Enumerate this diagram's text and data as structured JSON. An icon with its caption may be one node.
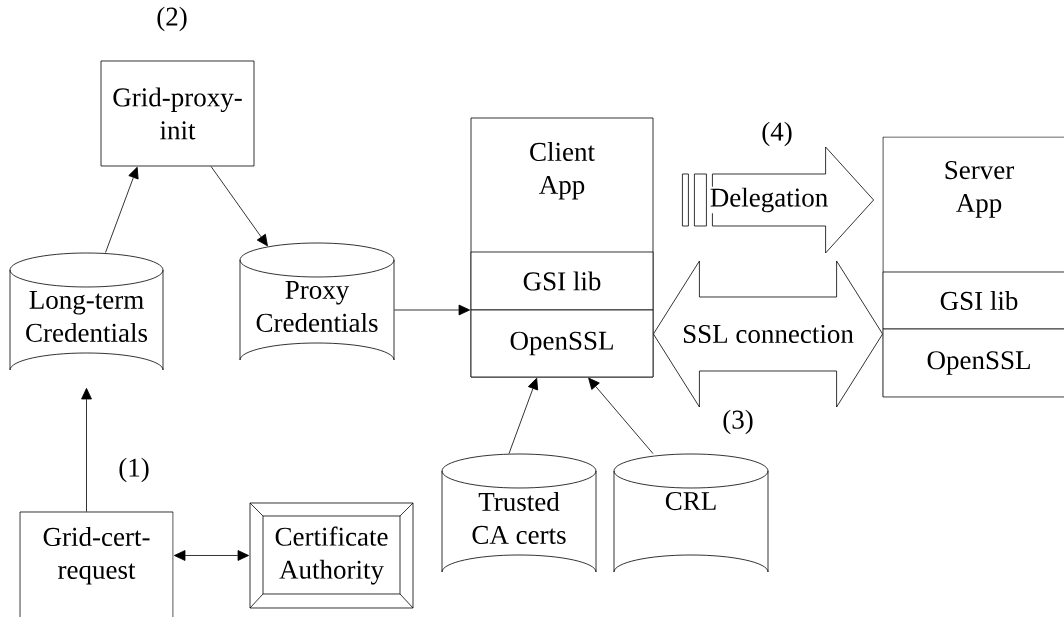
{
  "diagram": {
    "nodes": [
      {
        "text": [
          "Grid-proxy-init"
        ]
      },
      {
        "text": [
          "Long-term Credentials"
        ]
      },
      {
        "text": [
          "Proxy Credentials"
        ]
      },
      {
        "text": [
          "Client App"
        ]
      },
      {
        "text": [
          "GSI lib"
        ],
        "in": 3
      },
      {
        "text": [
          "OpenSSL"
        ],
        "in": 3
      },
      {
        "text": [
          "Server App"
        ]
      },
      {
        "text": [
          "GSI lib"
        ],
        "in": 6
      },
      {
        "text": [
          "OpenSSL"
        ],
        "in": 6
      },
      {
        "text": [
          "Trusted CA certs"
        ]
      },
      {
        "text": [
          "CRL"
        ]
      },
      {
        "text": [
          "Grid-cert-request"
        ]
      },
      {
        "text": [
          "Certificate Authority"
        ]
      }
    ],
    "edges": [
      {
        "from": 1,
        "to": 0,
        "arrow": "to"
      },
      {
        "from": 0,
        "to": 2,
        "arrow": "to"
      },
      {
        "from": 2,
        "to": 3,
        "arrow": "to"
      },
      {
        "from": 9,
        "to": 5,
        "arrow": "to"
      },
      {
        "from": 10,
        "to": 5,
        "arrow": "to"
      },
      {
        "from": 11,
        "to": 1,
        "arrow": "to"
      },
      {
        "from": 11,
        "to": 12,
        "arrow": "both"
      },
      {
        "from": 3,
        "to": 6,
        "arrow": "to",
        "label": "Delegation"
      },
      {
        "from": 5,
        "to": 8,
        "arrow": "both",
        "label": "SSL connection"
      }
    ],
    "labels": [
      "(2)",
      "(4)",
      "(3)",
      "(1)"
    ]
  }
}
